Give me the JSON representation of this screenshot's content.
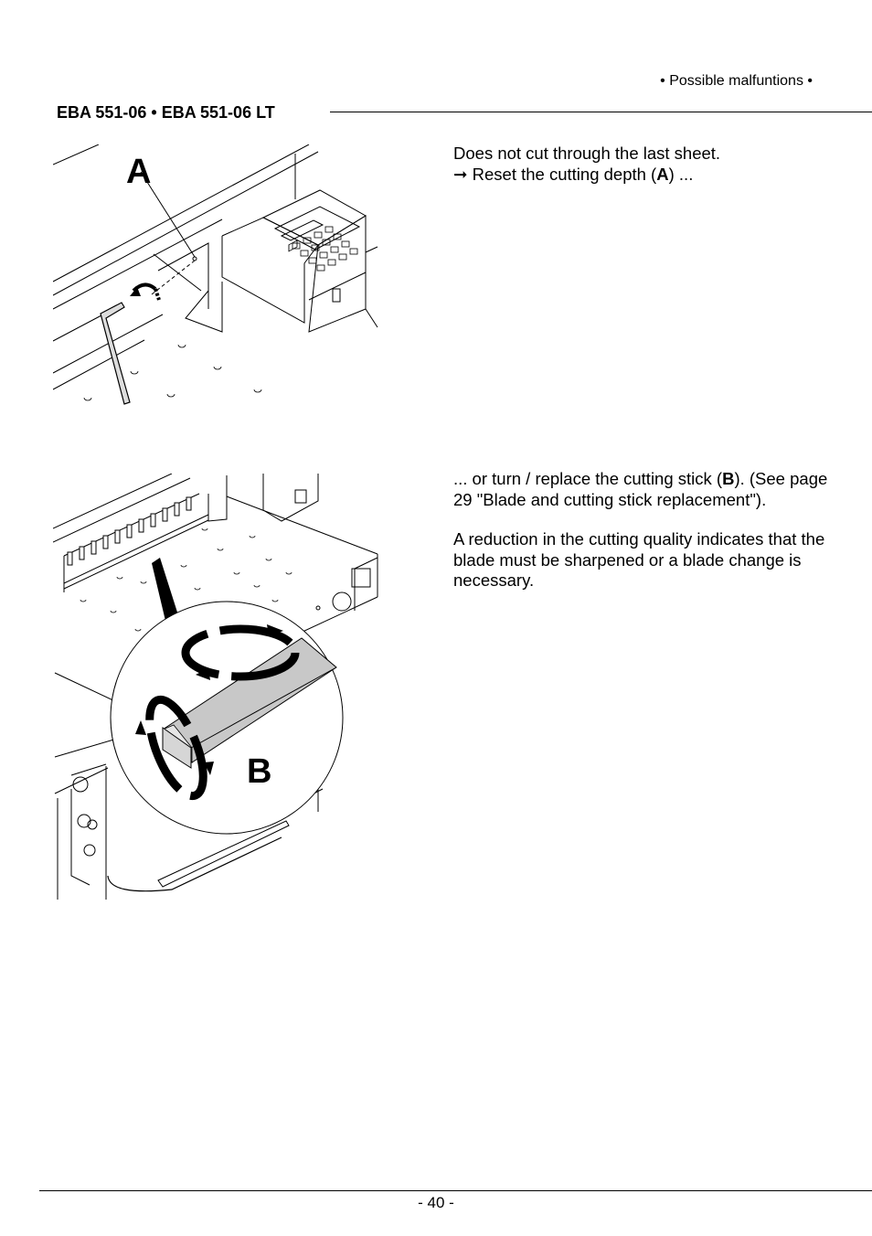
{
  "header": {
    "section": "• Possible malfuntions •",
    "model": "EBA 551-06 • EBA 551-06 LT"
  },
  "figures": {
    "a": {
      "callout": "A"
    },
    "b": {
      "callout": "B"
    }
  },
  "block1": {
    "line1": "Does not cut through the last sheet.",
    "arrow": "➞",
    "line2_before": " Reset the cutting depth (",
    "line2_bold": "A",
    "line2_after": ") ..."
  },
  "block2": {
    "before": "... or turn / replace the cutting stick (",
    "bold": "B",
    "after": "). (See page 29 \"Blade and cutting stick replacement\")."
  },
  "block3": {
    "text": "A reduction in the cutting quality indicates that the blade must be sharpened or a blade change is necessary."
  },
  "footer": {
    "page": "- 40 -"
  }
}
